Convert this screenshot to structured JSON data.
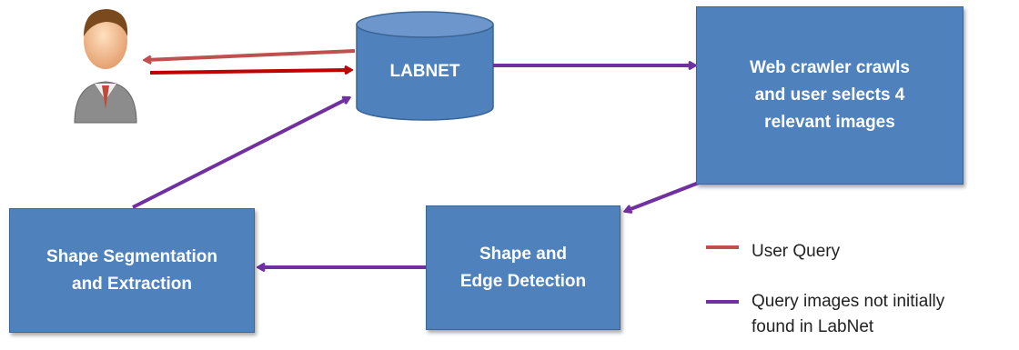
{
  "database": {
    "label": "LABNET"
  },
  "nodes": {
    "web_crawler": "Web crawler crawls\nand user selects 4\nrelevant images",
    "edge_detection": "Shape and\nEdge Detection",
    "segmentation": "Shape Segmentation\nand Extraction"
  },
  "legend": {
    "user_query": {
      "label": "User Query",
      "color": "#c0504d"
    },
    "not_found": {
      "label": "Query images  not initially\nfound in LabNet",
      "color": "#7030a0"
    }
  },
  "icons": {
    "user": "user-avatar-icon"
  }
}
